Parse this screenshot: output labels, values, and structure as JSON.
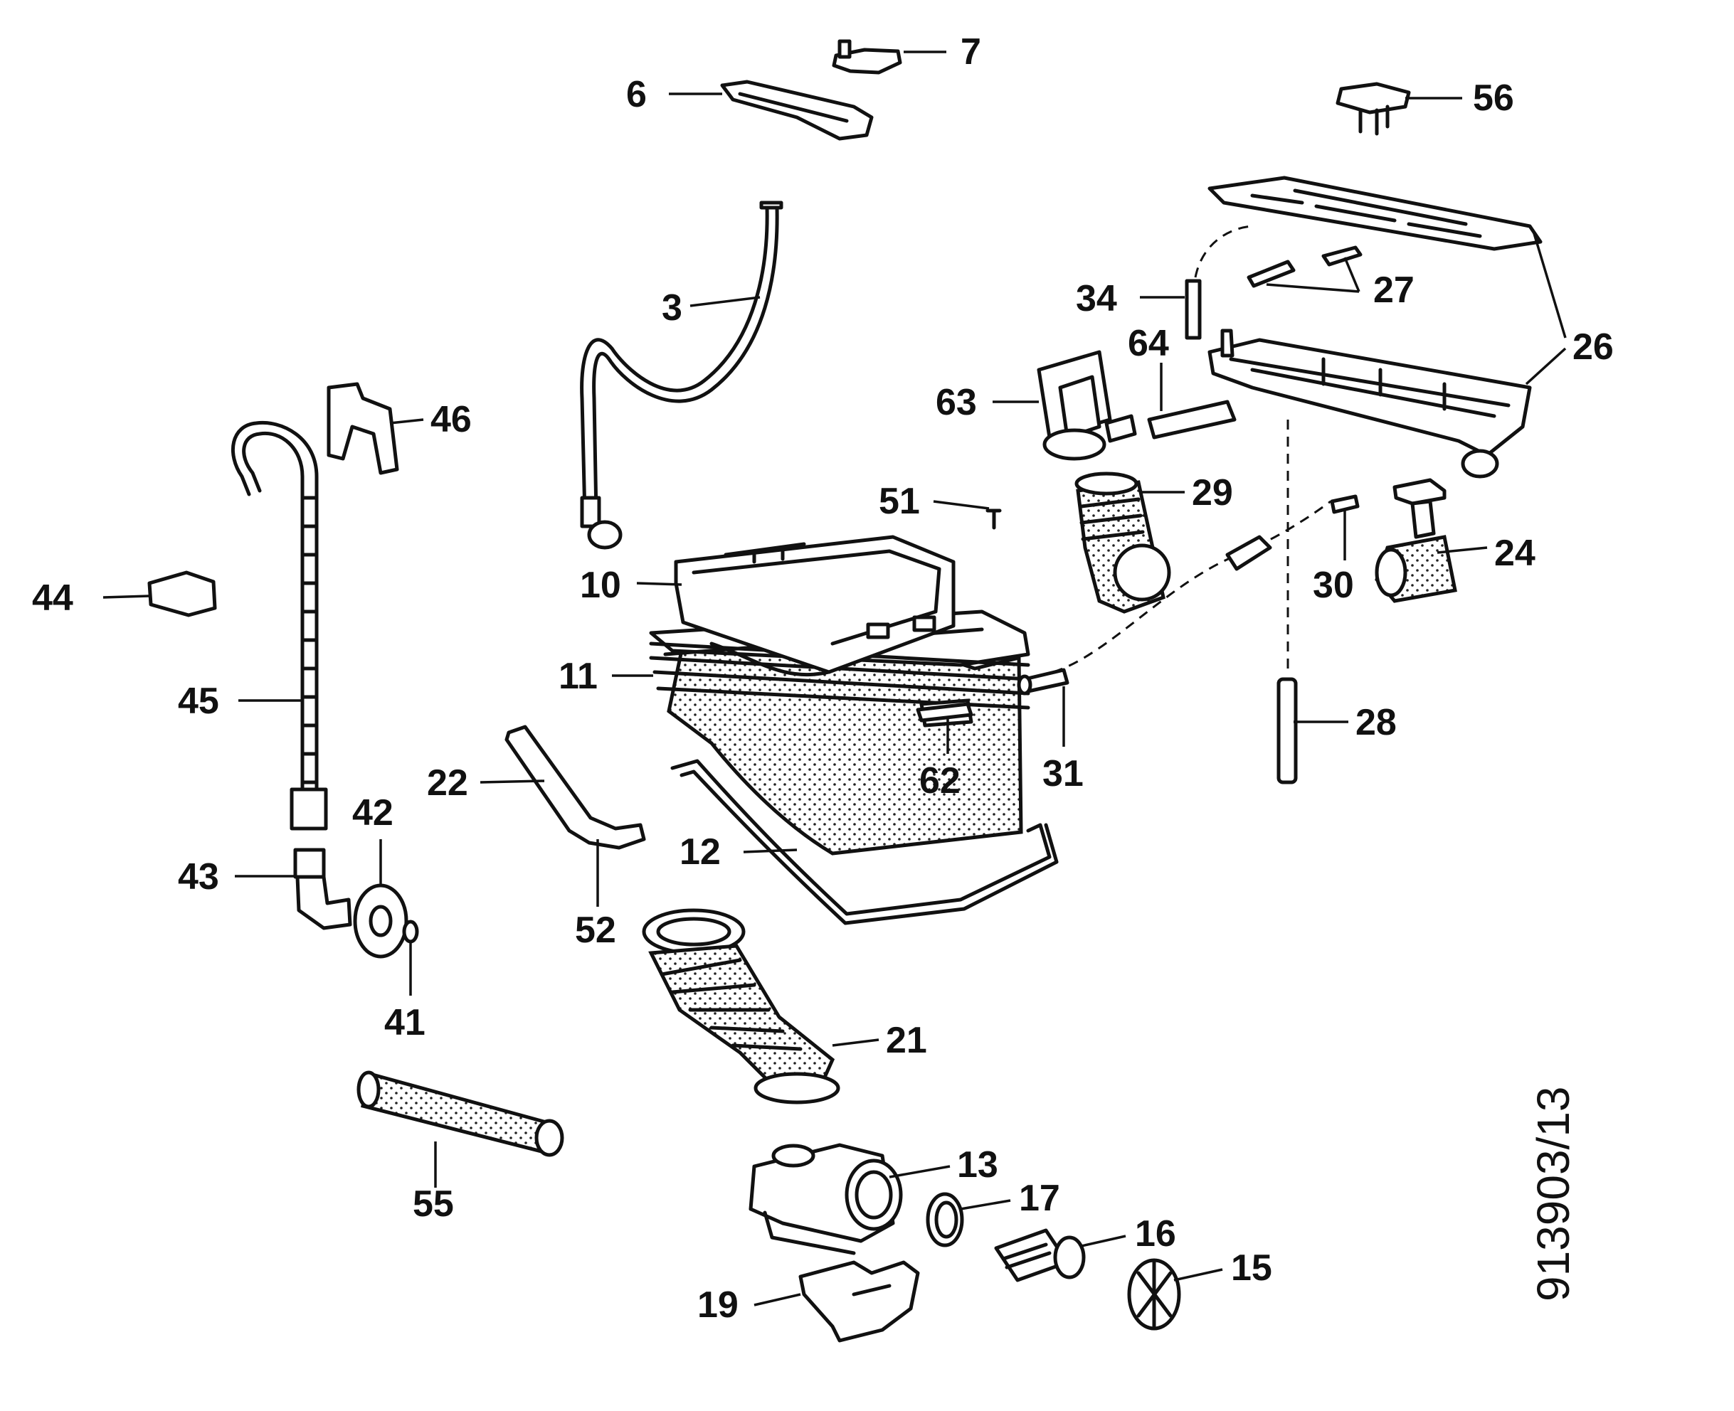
{
  "diagram": {
    "drawing_code": "913903/13",
    "labels": [
      {
        "id": "3",
        "text": "3"
      },
      {
        "id": "6",
        "text": "6"
      },
      {
        "id": "7",
        "text": "7"
      },
      {
        "id": "10",
        "text": "10"
      },
      {
        "id": "11",
        "text": "11"
      },
      {
        "id": "12",
        "text": "12"
      },
      {
        "id": "13",
        "text": "13"
      },
      {
        "id": "15",
        "text": "15"
      },
      {
        "id": "16",
        "text": "16"
      },
      {
        "id": "17",
        "text": "17"
      },
      {
        "id": "19",
        "text": "19"
      },
      {
        "id": "21",
        "text": "21"
      },
      {
        "id": "22",
        "text": "22"
      },
      {
        "id": "24",
        "text": "24"
      },
      {
        "id": "26",
        "text": "26"
      },
      {
        "id": "27",
        "text": "27"
      },
      {
        "id": "28",
        "text": "28"
      },
      {
        "id": "29",
        "text": "29"
      },
      {
        "id": "30",
        "text": "30"
      },
      {
        "id": "31",
        "text": "31"
      },
      {
        "id": "34",
        "text": "34"
      },
      {
        "id": "41",
        "text": "41"
      },
      {
        "id": "42",
        "text": "42"
      },
      {
        "id": "43",
        "text": "43"
      },
      {
        "id": "44",
        "text": "44"
      },
      {
        "id": "45",
        "text": "45"
      },
      {
        "id": "46",
        "text": "46"
      },
      {
        "id": "51",
        "text": "51"
      },
      {
        "id": "52",
        "text": "52"
      },
      {
        "id": "55",
        "text": "55"
      },
      {
        "id": "56",
        "text": "56"
      },
      {
        "id": "62",
        "text": "62"
      },
      {
        "id": "63",
        "text": "63"
      },
      {
        "id": "64",
        "text": "64"
      }
    ]
  }
}
